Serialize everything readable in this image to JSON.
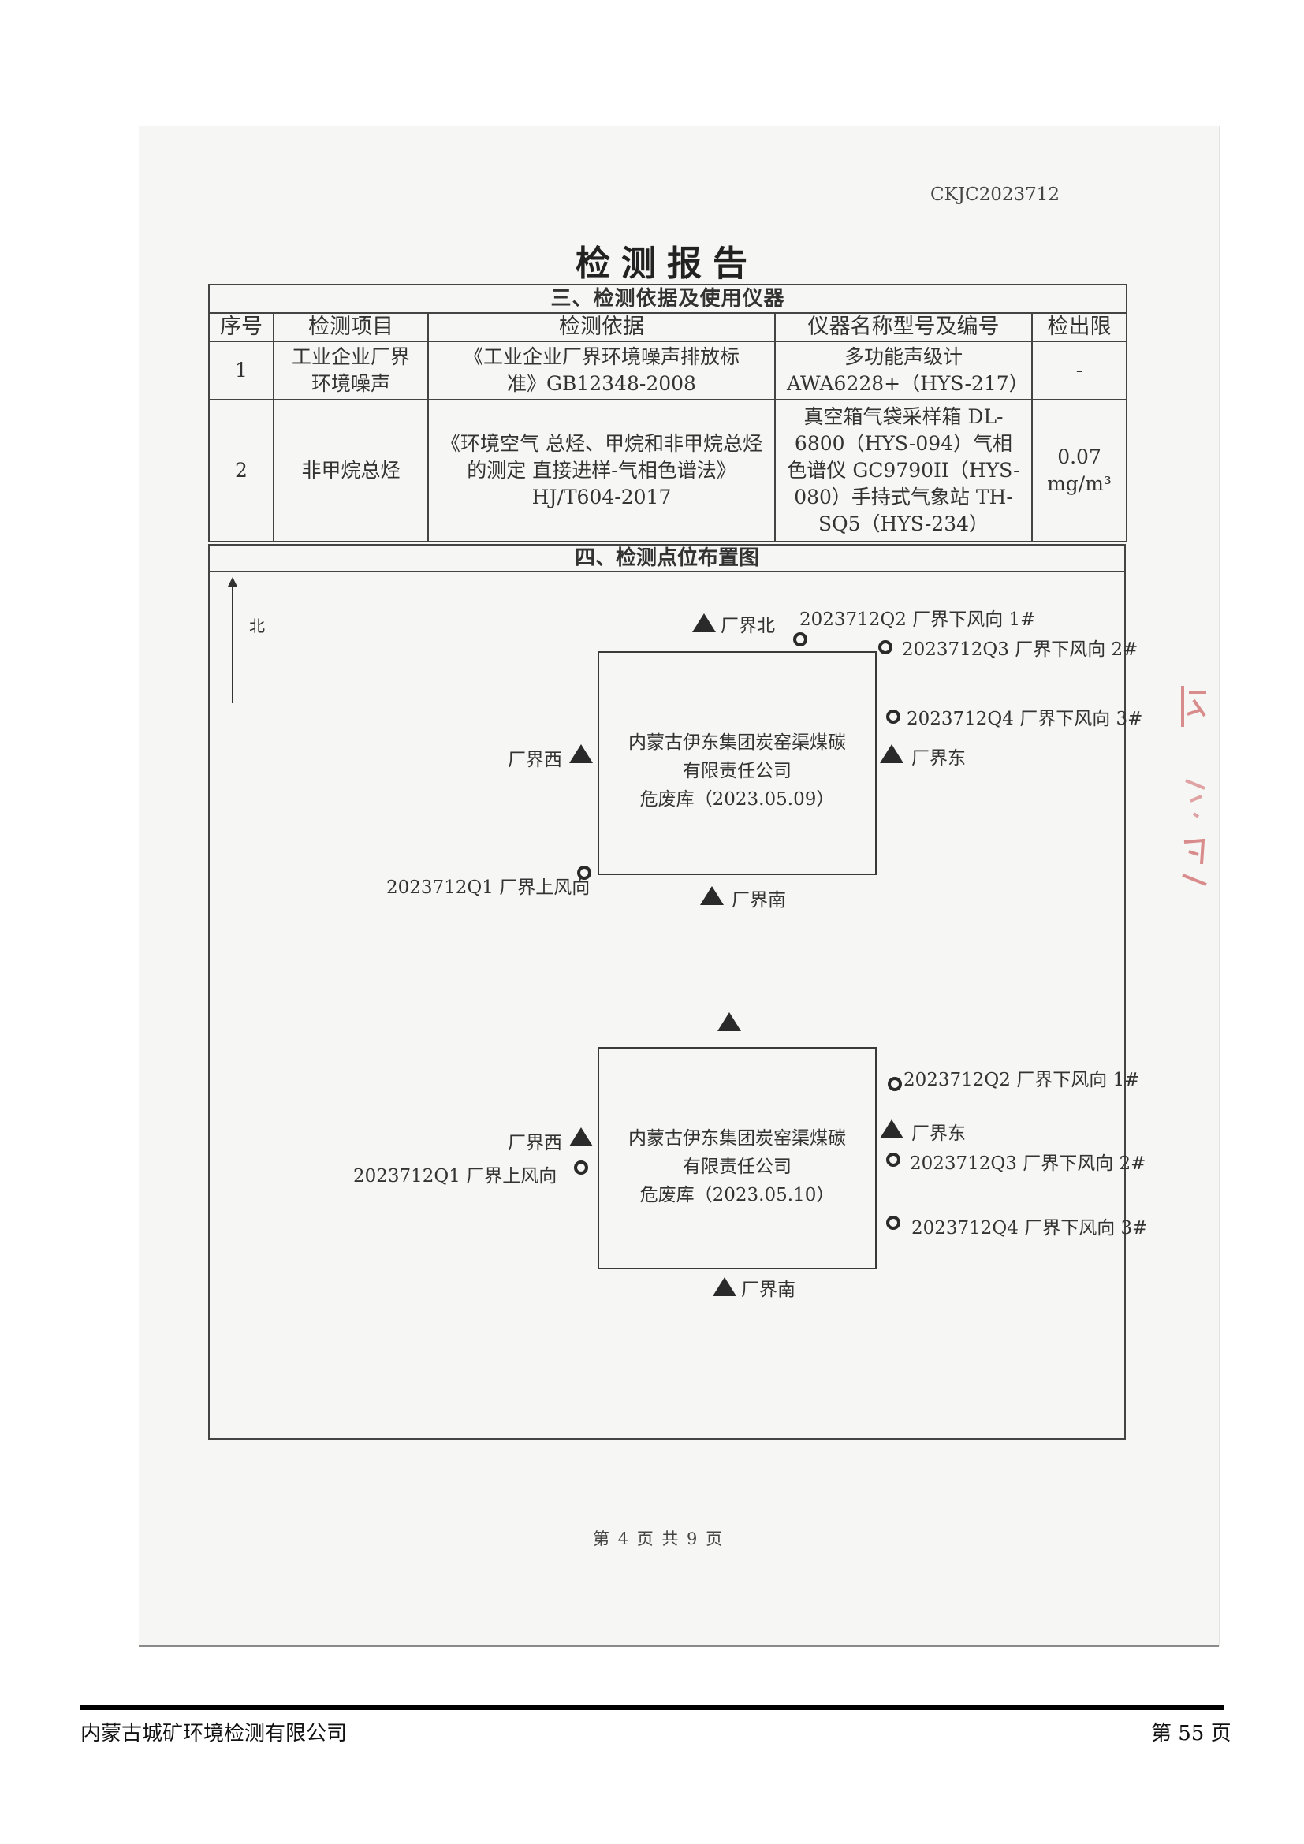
{
  "report_code": "CKJC2023712",
  "report_title": "检测报告",
  "section3": {
    "title": "三、检测依据及使用仪器",
    "headers": [
      "序号",
      "检测项目",
      "检测依据",
      "仪器名称型号及编号",
      "检出限"
    ],
    "rows": [
      {
        "no": "1",
        "item": "工业企业厂界环境噪声",
        "basis": "《工业企业厂界环境噪声排放标准》GB12348-2008",
        "instrument": "多功能声级计 AWA6228+（HYS-217）",
        "limit": "-"
      },
      {
        "no": "2",
        "item": "非甲烷总烃",
        "basis": "《环境空气 总烃、甲烷和非甲烷总烃的测定 直接进样-气相色谱法》HJ/T604-2017",
        "instrument": "真空箱气袋采样箱 DL-6800（HYS-094）气相色谱仪 GC9790II（HYS-080）手持式气象站 TH-SQ5（HYS-234）",
        "limit": "0.07 mg/m³"
      }
    ]
  },
  "section4": {
    "title": "四、检测点位布置图",
    "north": "北",
    "site1": {
      "building": [
        "内蒙古伊东集团炭窑渠煤碳",
        "有限责任公司",
        "危废库（2023.05.09）"
      ],
      "north": "厂界北",
      "south": "厂界南",
      "east": "厂界东",
      "west": "厂界西",
      "q1": "2023712Q1 厂界上风向",
      "q2": "2023712Q2 厂界下风向 1#",
      "q3": "2023712Q3 厂界下风向 2#",
      "q4": "2023712Q4 厂界下风向 3#"
    },
    "site2": {
      "building": [
        "内蒙古伊东集团炭窑渠煤碳",
        "有限责任公司",
        "危废库（2023.05.10）"
      ],
      "south": "厂界南",
      "east": "厂界东",
      "west": "厂界西",
      "q1": "2023712Q1 厂界上风向",
      "q2": "2023712Q2 厂界下风向 1#",
      "q3": "2023712Q3 厂界下风向 2#",
      "q4": "2023712Q4 厂界下风向 3#"
    }
  },
  "page_number": "第 4 页 共 9 页",
  "footer": {
    "company": "内蒙古城矿环境检测有限公司",
    "page": "第 55 页"
  }
}
